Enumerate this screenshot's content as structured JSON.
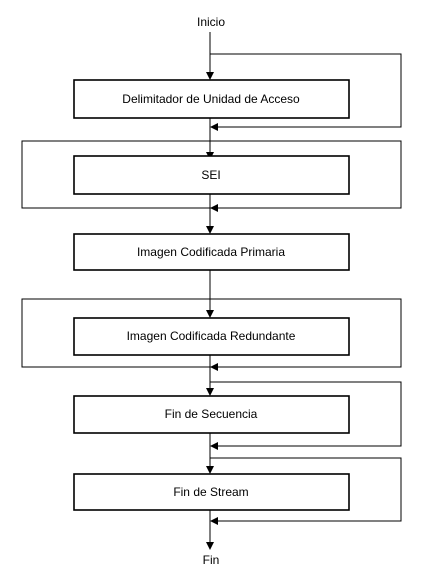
{
  "flowchart": {
    "start_label": "Inicio",
    "end_label": "Fin",
    "steps": [
      {
        "label": "Delimitador de Unidad de Acceso",
        "loop": "skip",
        "loop_side": "right"
      },
      {
        "label": "SEI",
        "loop": "repeat_or_skip",
        "loop_side": "both"
      },
      {
        "label": "Imagen Codificada Primaria",
        "loop": "none"
      },
      {
        "label": "Imagen Codificada Redundante",
        "loop": "repeat_or_skip",
        "loop_side": "both"
      },
      {
        "label": "Fin de Secuencia",
        "loop": "skip",
        "loop_side": "right"
      },
      {
        "label": "Fin de Stream",
        "loop": "skip",
        "loop_side": "right"
      }
    ]
  }
}
